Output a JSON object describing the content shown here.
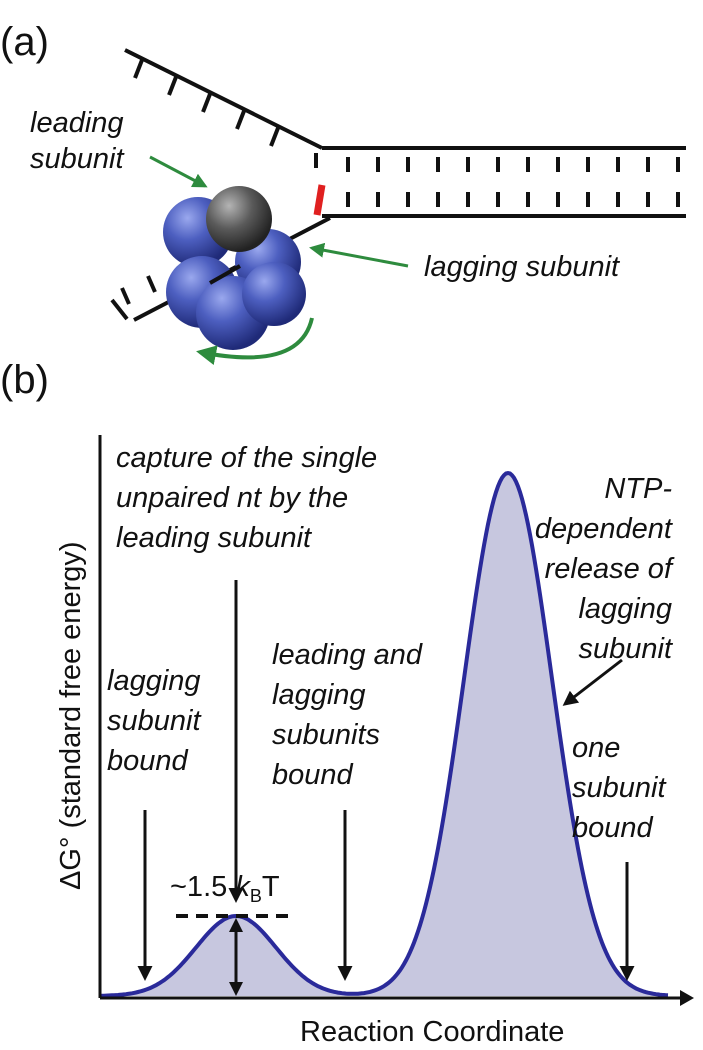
{
  "panel_a": {
    "label": "(a)",
    "leading_label": [
      "leading",
      "subunit"
    ],
    "lagging_label": "lagging subunit"
  },
  "panel_b": {
    "label": "(b)",
    "y_axis_label": "ΔG° (standard free energy)",
    "x_axis_label": "Reaction Coordinate",
    "barrier_label": "~1.5 kBT",
    "barrier_label_parts": {
      "prefix": "~1.5 ",
      "k": "k",
      "sub": "B",
      "T": "T"
    },
    "annotations": {
      "capture": [
        "capture of the single",
        "unpaired nt by the",
        "leading subunit"
      ],
      "lagging_bound": [
        "lagging",
        "subunit",
        "bound"
      ],
      "both_bound": [
        "leading and",
        "lagging",
        "subunits",
        "bound"
      ],
      "ntp_release": [
        "NTP-",
        "dependent",
        "release of",
        "lagging",
        "subunit"
      ],
      "one_bound": [
        "one",
        "subunit",
        "bound"
      ]
    }
  },
  "colors": {
    "helicase_blue": "#4a5fb8",
    "helicase_dark": "#2c3a8a",
    "leading_sphere_gray": "#5a5a5a",
    "arrow_green": "#2e8b3e",
    "unpaired_nt_red": "#e02020",
    "curve_stroke": "#2a2a9a",
    "curve_fill": "#c7c7df"
  }
}
